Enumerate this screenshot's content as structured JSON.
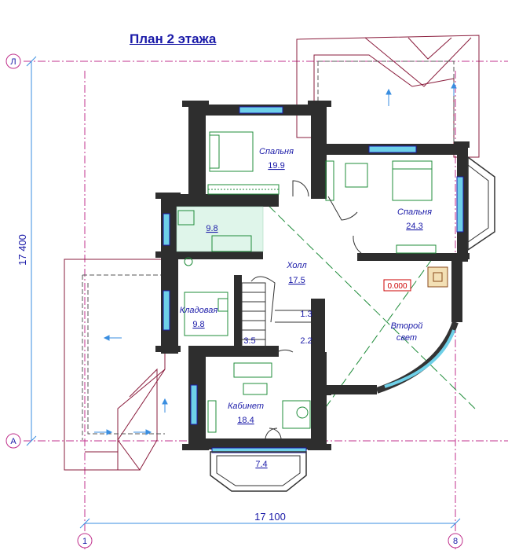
{
  "plan": {
    "title": "План 2 этажа",
    "axes": {
      "row_top": "Л",
      "row_bottom": "А",
      "col_left": "1",
      "col_right": "8"
    },
    "dimensions": {
      "height": "17 400",
      "width": "17 100"
    },
    "rooms": [
      {
        "name": "Спальня",
        "area": "19.9"
      },
      {
        "name": "Спальня",
        "area": "24.3"
      },
      {
        "name": "",
        "area": "9.8"
      },
      {
        "name": "Холл",
        "area": "17.5"
      },
      {
        "name": "Кладовая",
        "area": "9.8"
      },
      {
        "name": "",
        "area": "1.3"
      },
      {
        "name": "",
        "area": "3.5"
      },
      {
        "name": "",
        "area": "2.2"
      },
      {
        "name": "Второй свет",
        "area": ""
      },
      {
        "name": "Кабинет",
        "area": "18.4"
      },
      {
        "name": "",
        "area": "7.4"
      }
    ],
    "level_mark": "0.000",
    "colors": {
      "text": "#1a1aa8",
      "axis": "#c0308c",
      "wall": "#2e2e2e",
      "furniture": "#1f8c3a",
      "roof": "#8a1c3c",
      "level_box": "#cc0000"
    }
  }
}
